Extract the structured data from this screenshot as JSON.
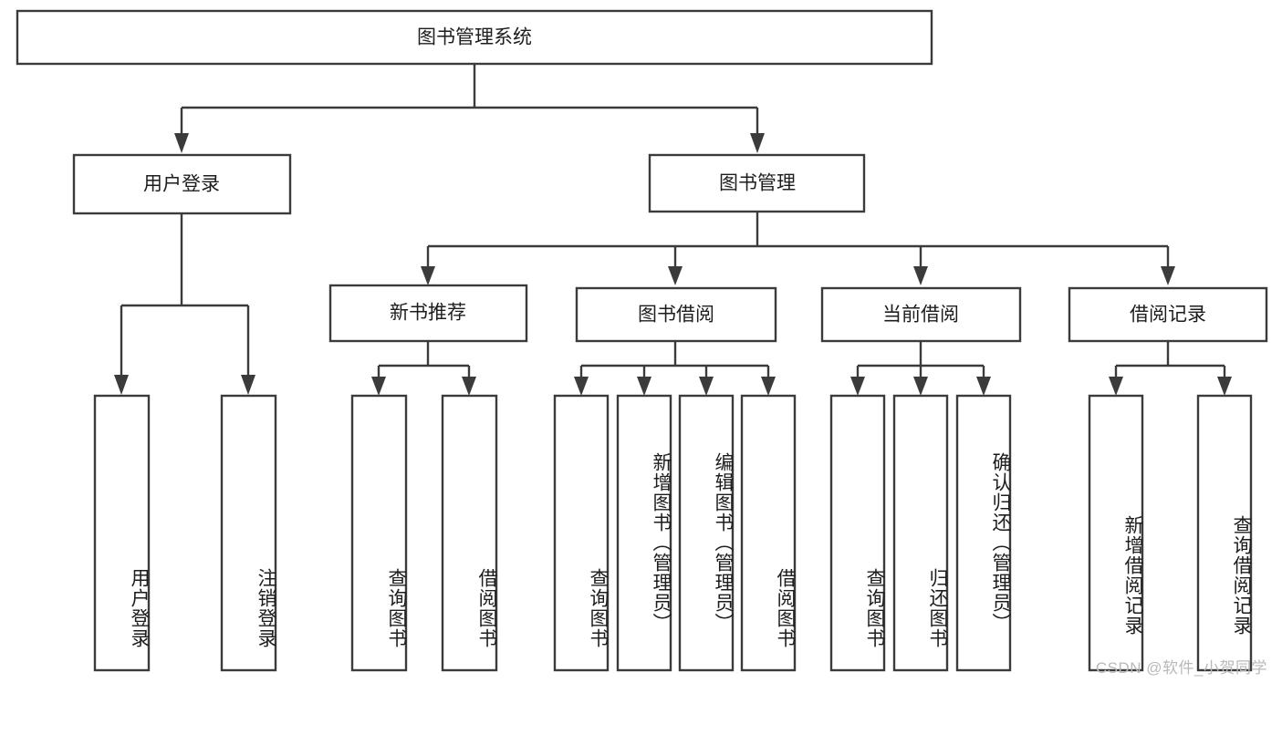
{
  "diagram": {
    "title": "图书管理系统",
    "type": "tree-hierarchy",
    "watermark": "CSDN @软件_小贺同学",
    "colors": {
      "stroke": "#3b3b3b",
      "fill": "#ffffff",
      "text": "#1d1d1d",
      "watermark": "#b9b9b9"
    },
    "nodes": {
      "root": {
        "label": "图书管理系统",
        "orientation": "horizontal"
      },
      "level1": [
        {
          "label": "用户登录",
          "orientation": "horizontal"
        },
        {
          "label": "图书管理",
          "orientation": "horizontal"
        }
      ],
      "level2": [
        {
          "label": "新书推荐",
          "orientation": "horizontal"
        },
        {
          "label": "图书借阅",
          "orientation": "horizontal"
        },
        {
          "label": "当前借阅",
          "orientation": "horizontal"
        },
        {
          "label": "借阅记录",
          "orientation": "horizontal"
        }
      ],
      "leaves_user_login": [
        {
          "label": "用户登录",
          "orientation": "vertical"
        },
        {
          "label": "注销登录",
          "orientation": "vertical"
        }
      ],
      "leaves_new_book": [
        {
          "label": "查询图书",
          "orientation": "vertical"
        },
        {
          "label": "借阅图书",
          "orientation": "vertical"
        }
      ],
      "leaves_book_borrow": [
        {
          "label": "查询图书",
          "orientation": "vertical"
        },
        {
          "label": "新增图书（管理员）",
          "orientation": "vertical"
        },
        {
          "label": "编辑图书（管理员）",
          "orientation": "vertical"
        },
        {
          "label": "借阅图书",
          "orientation": "vertical"
        }
      ],
      "leaves_current_borrow": [
        {
          "label": "查询图书",
          "orientation": "vertical"
        },
        {
          "label": "归还图书",
          "orientation": "vertical"
        },
        {
          "label": "确认归还（管理员）",
          "orientation": "vertical"
        }
      ],
      "leaves_borrow_record": [
        {
          "label": "新增借阅记录",
          "orientation": "vertical"
        },
        {
          "label": "查询借阅记录",
          "orientation": "vertical"
        }
      ]
    }
  }
}
